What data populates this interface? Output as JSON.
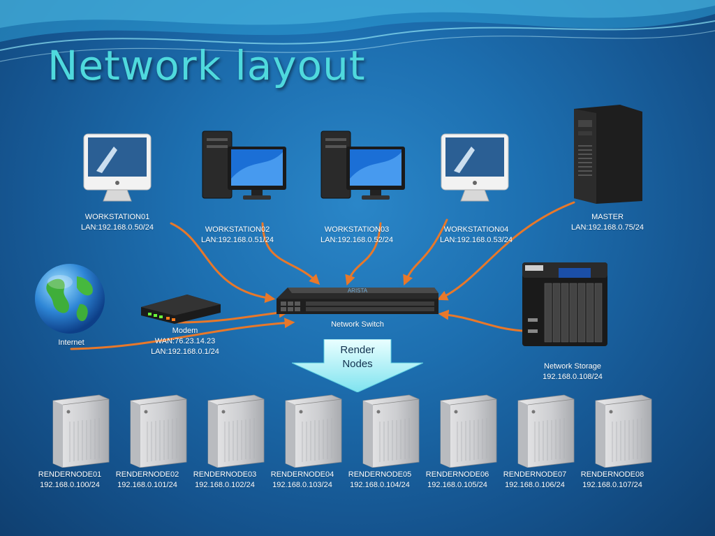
{
  "slide": {
    "title": "Network layout"
  },
  "colors": {
    "accent_title": "#4fd9dd",
    "link_arrows": "#e8782a",
    "background": "#1d6fb0"
  },
  "workstations": [
    {
      "name": "WORKSTATION01",
      "lan": "LAN:192.168.0.50/24",
      "icon": "imac-icon"
    },
    {
      "name": "WORKSTATION02",
      "lan": "LAN:192.168.0.51/24",
      "icon": "desktop-pc-icon"
    },
    {
      "name": "WORKSTATION03",
      "lan": "LAN:192.168.0.52/24",
      "icon": "desktop-pc-icon"
    },
    {
      "name": "WORKSTATION04",
      "lan": "LAN:192.168.0.53/24",
      "icon": "imac-icon"
    }
  ],
  "master": {
    "name": "MASTER",
    "lan": "LAN:192.168.0.75/24",
    "icon": "tower-server-icon"
  },
  "internet": {
    "label": "Internet",
    "icon": "globe-icon"
  },
  "modem": {
    "name": "Modem",
    "wan": "WAN:76.23.14.23",
    "lan": "LAN:192.168.0.1/24",
    "icon": "modem-icon"
  },
  "switch": {
    "label": "Network Switch",
    "icon": "network-switch-icon"
  },
  "storage": {
    "name": "Network Storage",
    "ip": "192.168.0.108/24",
    "icon": "nas-icon"
  },
  "render_callout": {
    "line1": "Render",
    "line2": "Nodes"
  },
  "render_nodes": [
    {
      "name": "RENDERNODE01",
      "ip": "192.168.0.100/24"
    },
    {
      "name": "RENDERNODE02",
      "ip": "192.168.0.101/24"
    },
    {
      "name": "RENDERNODE03",
      "ip": "192.168.0.102/24"
    },
    {
      "name": "RENDERNODE04",
      "ip": "192.168.0.103/24"
    },
    {
      "name": "RENDERNODE05",
      "ip": "192.168.0.104/24"
    },
    {
      "name": "RENDERNODE06",
      "ip": "192.168.0.105/24"
    },
    {
      "name": "RENDERNODE07",
      "ip": "192.168.0.106/24"
    },
    {
      "name": "RENDERNODE08",
      "ip": "192.168.0.107/24"
    }
  ]
}
